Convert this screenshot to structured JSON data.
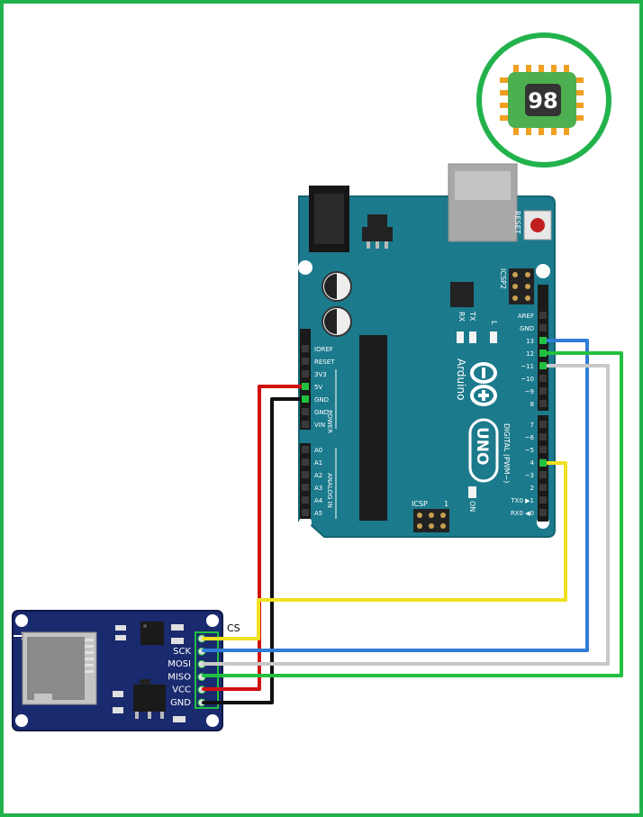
{
  "logo": {
    "text": "98"
  },
  "arduino": {
    "reset_label": "RESET",
    "icsp2_label": "ICSP2",
    "icsp_label": "ICSP",
    "icsp_pin1": "1",
    "tx_label": "TX",
    "rx_label": "RX",
    "l_label": "L",
    "on_label": "ON",
    "brand_label": "Arduino",
    "model_label": "UNO",
    "digital_label": "DIGITAL (PWM~)",
    "power_label": "POWER",
    "analog_label": "ANALOG IN",
    "power_pins": [
      "IOREF",
      "RESET",
      "3V3",
      "5V",
      "GND",
      "GND",
      "VIN"
    ],
    "analog_pins": [
      "A0",
      "A1",
      "A2",
      "A3",
      "A4",
      "A5"
    ],
    "digital_pins_top": [
      "AREF",
      "GND",
      "13",
      "12",
      "~11",
      "~10",
      "~9",
      "8"
    ],
    "digital_pins_bottom": [
      "7",
      "~6",
      "~5",
      "4",
      "~3",
      "2",
      "TX0 ▶1",
      "RX0 ◀0"
    ]
  },
  "sd_module": {
    "cs_label": "CS",
    "pins": [
      "SCK",
      "MOSI",
      "MISO",
      "VCC",
      "GND"
    ]
  },
  "colors": {
    "frame": "#22b24c",
    "board": "#1b7a8c",
    "module": "#1a2a6e",
    "wire_red": "#d01010",
    "wire_black": "#111111",
    "wire_yellow": "#f0e020",
    "wire_blue": "#2f7dd6",
    "wire_white": "#c8c8c8",
    "wire_green": "#22c040"
  }
}
